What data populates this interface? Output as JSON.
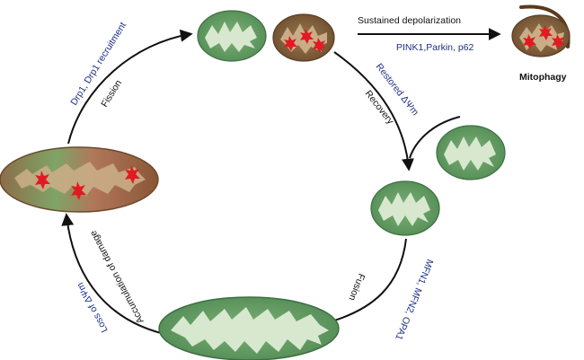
{
  "labels": {
    "fission": "Fission",
    "drp1": "Drp1, Drp1 recruitment",
    "sustained_depolarization": "Sustained depolarization",
    "pink1_parkin": "PINK1,Parkin, p62",
    "mitophagy": "Mitophagy",
    "restored": "Restored ΔΨm",
    "recovery": "Recovery",
    "fusion": "Fusion",
    "mfn": "MFN1, MFN2, OPA1",
    "accumulation": "Accumulation of damage",
    "loss": "Loss of ΔΨm"
  },
  "colors": {
    "healthy_membrane": "#5f9a5e",
    "healthy_cristae": "#d7e8cf",
    "damaged_membrane": "#7a5c3c",
    "damaged_cristae": "#bfa57c",
    "damage_spot": "#e11b22",
    "arrow": "#111111",
    "text_dark": "#111111",
    "text_blue": "#1f2f86",
    "phagophore": "#5a3a1e"
  }
}
